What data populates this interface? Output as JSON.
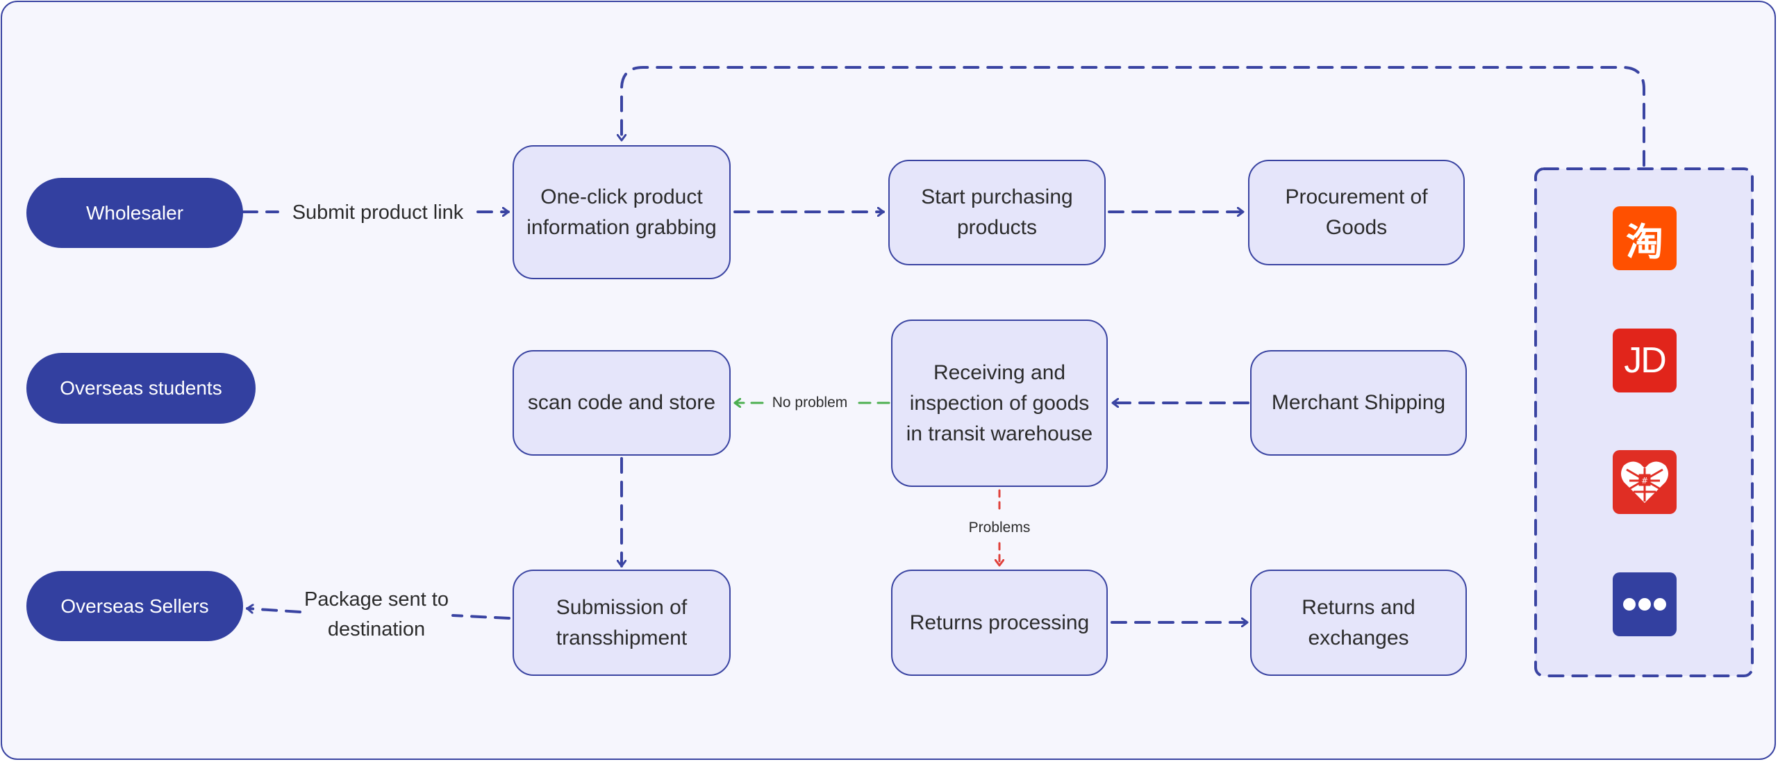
{
  "roles": {
    "wholesaler": "Wholesaler",
    "students": "Overseas students",
    "sellers": "Overseas Sellers"
  },
  "nodes": {
    "grab": "One-click product information grabbing",
    "start_purchase": "Start purchasing products",
    "procurement": "Procurement of Goods",
    "merchant_shipping": "Merchant Shipping",
    "receiving": "Receiving and inspection of goods in transit warehouse",
    "scan_store": "scan code and store",
    "submission": "Submission of transshipment",
    "returns_processing": "Returns processing",
    "returns_exchanges": "Returns and exchanges"
  },
  "edge_labels": {
    "submit_link": "Submit product link",
    "no_problem": "No problem",
    "problems": "Problems",
    "package_sent": "Package sent to destination"
  },
  "platform_icons": [
    {
      "name": "taobao-icon",
      "glyph": "淘",
      "color": "#FF5000"
    },
    {
      "name": "jd-icon",
      "glyph": "JD",
      "color": "#E1251B"
    },
    {
      "name": "pinduoduo-icon",
      "glyph": "",
      "color": "#E02E24"
    },
    {
      "name": "more-icon",
      "glyph": "",
      "color": "#3340A0"
    }
  ],
  "colors": {
    "primary": "#3340A0",
    "node_fill": "#E5E5FA",
    "background": "#F6F6FD",
    "ok_arrow": "#4CAF50",
    "problem_arrow": "#E0413B"
  }
}
